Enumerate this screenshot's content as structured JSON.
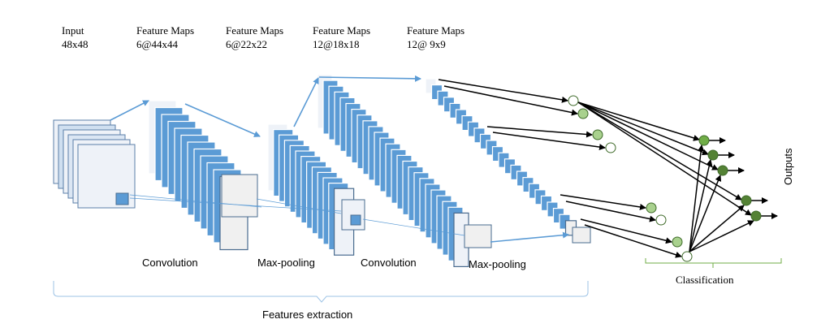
{
  "headers": [
    {
      "line1": "Input",
      "line2": "48x48"
    },
    {
      "line1": "Feature Maps",
      "line2": "6@44x44"
    },
    {
      "line1": "Feature Maps",
      "line2": "6@22x22"
    },
    {
      "line1": "Feature Maps",
      "line2": "12@18x18"
    },
    {
      "line1": "Feature Maps",
      "line2": "12@ 9x9"
    }
  ],
  "stage_labels": {
    "conv1": "Convolution",
    "pool1": "Max-pooling",
    "conv2": "Convolution",
    "pool2": "Max-pooling"
  },
  "classification_label": "Classification",
  "outputs_label": "Outputs",
  "features_label": "Features extraction",
  "colors": {
    "map_fill": "#5b9bd5",
    "map_light": "#eef2f8",
    "line_blue": "#5b9bd5",
    "node_light_green": "#a9d18e",
    "node_dark_green": "#548235",
    "bracket_green": "#70ad47",
    "bracket_blue": "#9dc3e6"
  }
}
